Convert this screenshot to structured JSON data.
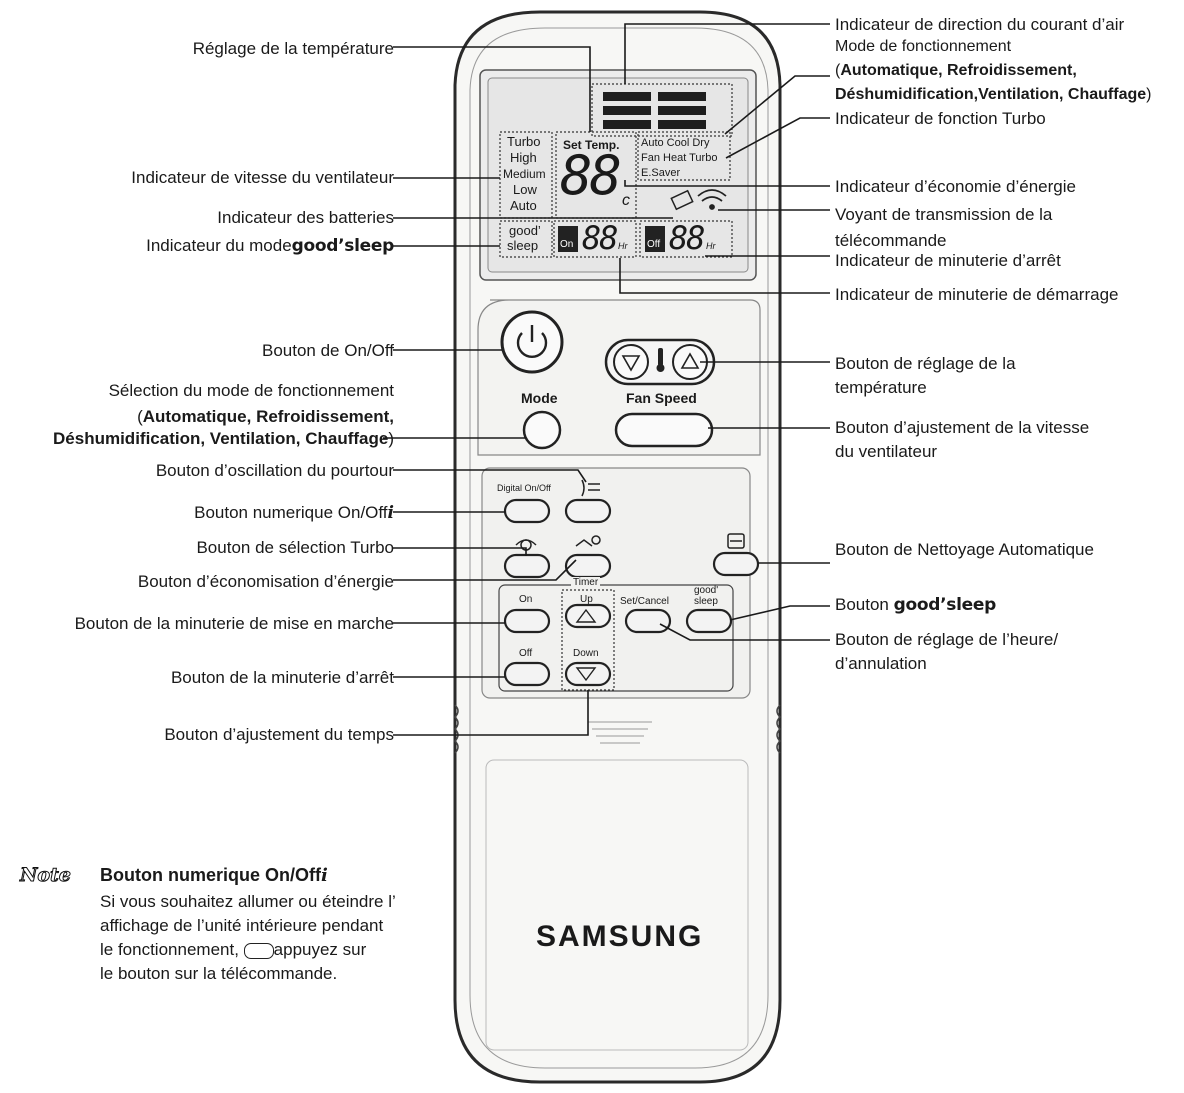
{
  "annotations_right": {
    "airflow_direction": "Indicateur de direction du courant d’air",
    "op_mode": "Mode de fonctionnement",
    "op_mode_open": "(",
    "op_mode_list1": "Automatique, Refroidissement,",
    "op_mode_list2": "Déshumidification,Ventilation, Chauffage",
    "op_mode_close": ")",
    "turbo_indicator": "Indicateur de fonction Turbo",
    "energy_saving_indicator": "Indicateur d’économie d’énergie",
    "transmission_light_1": "Voyant de transmission de la",
    "transmission_light_2": "télécommande",
    "off_timer_indicator": "Indicateur de minuterie d’arrêt",
    "on_timer_indicator": "Indicateur de minuterie de démarrage",
    "temp_button_1": "Bouton de réglage de la",
    "temp_button_2": "température",
    "fan_button_1": "Bouton d’ajustement de la vitesse",
    "fan_button_2": "du ventilateur",
    "auto_clean_button": "Bouton de Nettoyage Automatique",
    "goodsleep_button_prefix": "Bouton ",
    "goodsleep_button_brand": "good’sleep",
    "set_cancel_button_1": "Bouton de réglage de l’heure/",
    "set_cancel_button_2": "d’annulation"
  },
  "annotations_left": {
    "temp_setting": "Réglage de la température",
    "fan_speed_indicator": "Indicateur de vitesse du ventilateur",
    "battery_indicator": "Indicateur des batteries",
    "goodsleep_indicator_prefix": "Indicateur du mode",
    "goodsleep_indicator_brand": "good’sleep",
    "power_button": "Bouton de On/Off",
    "mode_select": "Sélection du mode de fonctionnement",
    "mode_select_open": "(",
    "mode_select_list1": "Automatique, Refroidissement,",
    "mode_select_list2": "Déshumidification, Ventilation, Chauffage",
    "mode_select_close": ")",
    "swing_button": "Bouton d’oscillation du pourtour",
    "digital_button": "Bouton numerique On/Off",
    "digital_button_icon": "i",
    "turbo_button": "Bouton de sélection Turbo",
    "energy_save_button": "Bouton d’économisation d’énergie",
    "on_timer_button": "Bouton de la minuterie de mise en marche",
    "off_timer_button": "Bouton de la minuterie d’arrêt",
    "time_adjust_button": "Bouton d’ajustement du temps"
  },
  "remote": {
    "display": {
      "set_temp_label": "Set Temp.",
      "temp_digits": "88",
      "temp_unit": "c",
      "fan_speeds": [
        "Turbo",
        "High",
        "Medium",
        "Low",
        "Auto"
      ],
      "modes_row1": "Auto Cool Dry",
      "modes_row2": "Fan Heat Turbo",
      "esaver": "E.Saver",
      "goodsleep_top": "good’",
      "goodsleep_bottom": "sleep",
      "on_badge": "On",
      "off_badge": "Off",
      "timer_digits": "88",
      "hr_unit": "Hr"
    },
    "buttons": {
      "mode": "Mode",
      "fan_speed": "Fan Speed",
      "digital": "Digital",
      "digital_onoff": "On/Off",
      "timer_group": "Timer",
      "on": "On",
      "off": "Off",
      "up": "Up",
      "down": "Down",
      "set_cancel": "Set/Cancel",
      "goodsleep_top": "good'",
      "goodsleep_bottom": "sleep"
    },
    "brand": "SAMSUNG"
  },
  "note": {
    "badge": "Note",
    "title": "Bouton numerique On/Off",
    "title_icon": "i",
    "line1": "Si vous souhaitez allumer ou éteindre l’",
    "line2": "affichage de l’unité intérieure pendant",
    "line3_a": "le fonctionnement,",
    "line3_b": "appuyez sur",
    "line4": "le bouton sur la télécommande."
  },
  "colors": {
    "lcd_bg": "#e6e6e6",
    "body_fill": "#f7f7f5",
    "outline": "#2a2a2a"
  }
}
